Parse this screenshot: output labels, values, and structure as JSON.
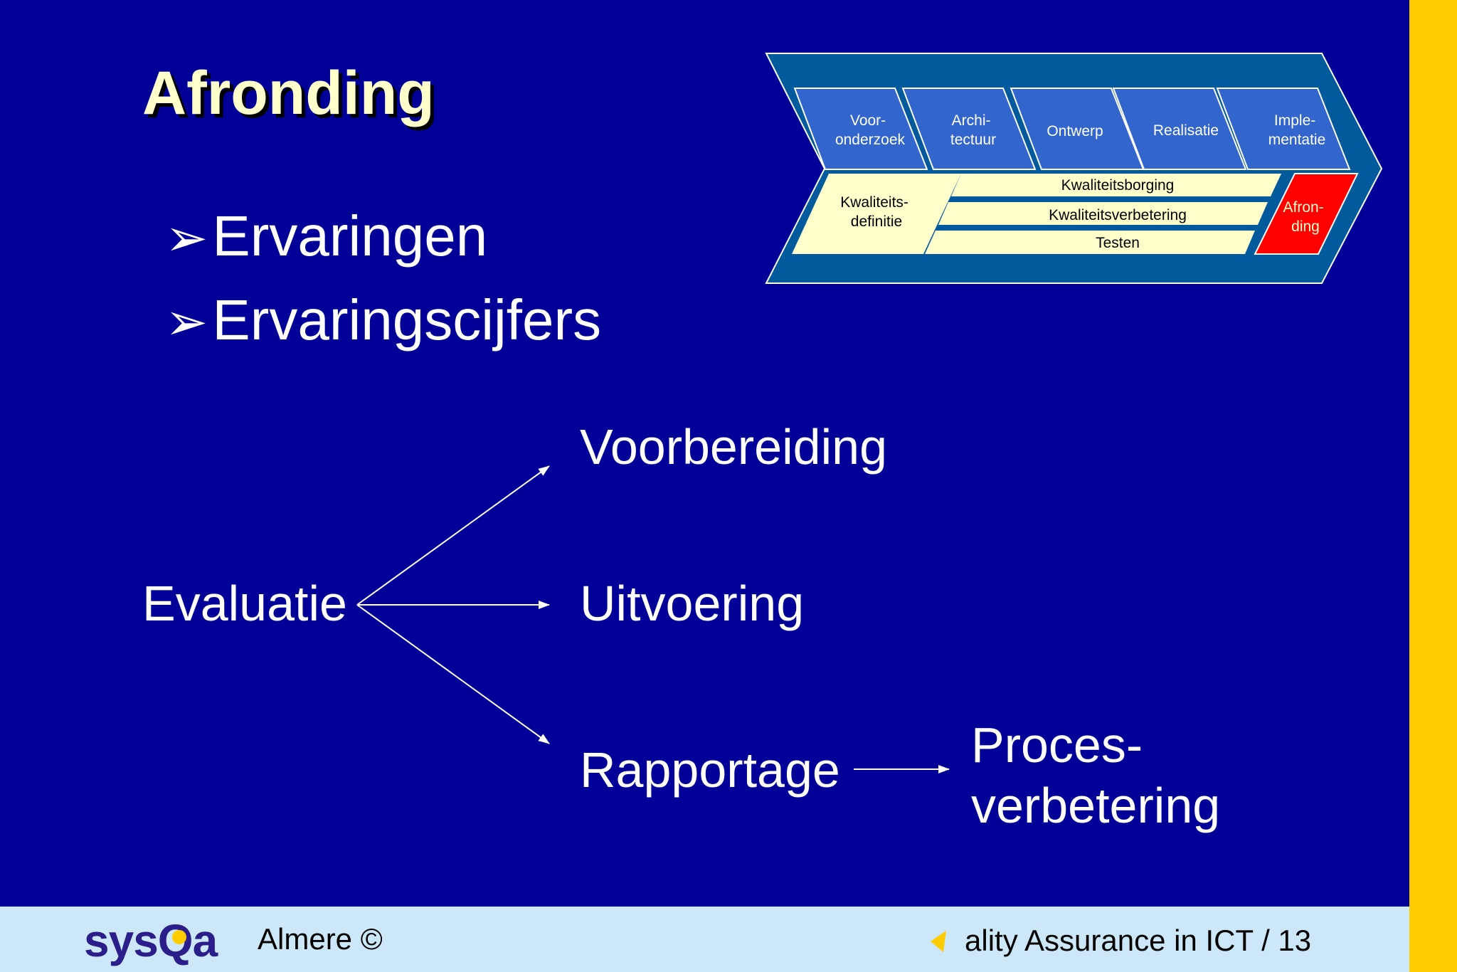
{
  "slide": {
    "title": "Afronding",
    "bullets": [
      "Ervaringen",
      "Ervaringscijfers"
    ],
    "bullet_glyph": "➢"
  },
  "phases": {
    "top_row": [
      "Voor-\nonderzoek",
      "Archi-\ntectuur",
      "Ontwerp",
      "Realisatie",
      "Imple-\nmentatie"
    ],
    "left_block": "Kwaliteits-\ndefinitie",
    "bands": [
      "Kwaliteitsborging",
      "Kwaliteitsverbetering",
      "Testen"
    ],
    "highlight": "Afron-\nding"
  },
  "flow": {
    "source": "Evaluatie",
    "targets": [
      "Voorbereiding",
      "Uitvoering",
      "Rapportage"
    ],
    "result_line1": "Proces-",
    "result_line2": "verbetering"
  },
  "footer": {
    "logo_left": "sys",
    "logo_q": "Q",
    "logo_right": "a",
    "location": "Almere ©",
    "course": "ality Assurance in ICT / 13"
  },
  "colors": {
    "background": "#000099",
    "accent_bar": "#ffcc00",
    "footer": "#cce8f8",
    "diagram_frame": "#005a9c",
    "phase_fill": "#3366cc",
    "band_fill": "#ffffcc",
    "highlight": "#ff0000"
  }
}
